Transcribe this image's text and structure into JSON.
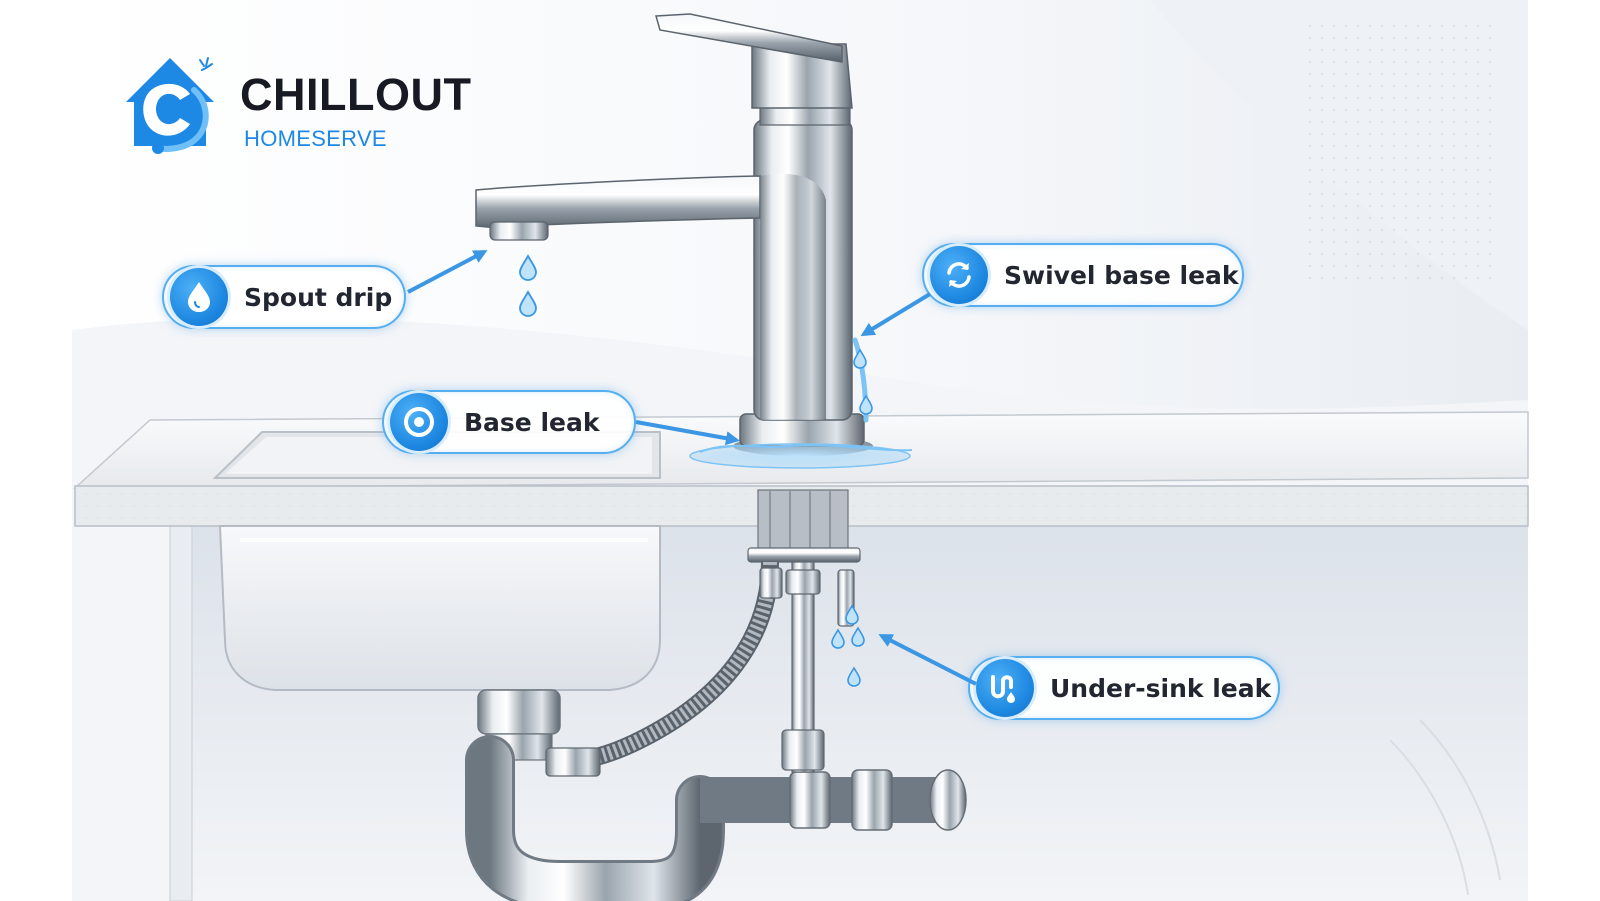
{
  "brand": {
    "name": "CHILLOUT",
    "tagline": "HOMESERVE",
    "primary_color": "#1e88e5",
    "text_color": "#171a22"
  },
  "callouts": [
    {
      "id": "spout-drip",
      "label": "Spout drip",
      "icon": "water-drop-icon"
    },
    {
      "id": "swivel-base-leak",
      "label": "Swivel base leak",
      "icon": "rotate-arrows-icon"
    },
    {
      "id": "base-leak",
      "label": "Base leak",
      "icon": "target-ring-icon"
    },
    {
      "id": "under-sink-leak",
      "label": "Under-sink leak",
      "icon": "pipe-drip-icon"
    }
  ],
  "colors": {
    "accent": "#1c86e0",
    "callout_border": "#55aef0",
    "water": "#7cc4f5",
    "chrome": "#b9c1ca"
  }
}
